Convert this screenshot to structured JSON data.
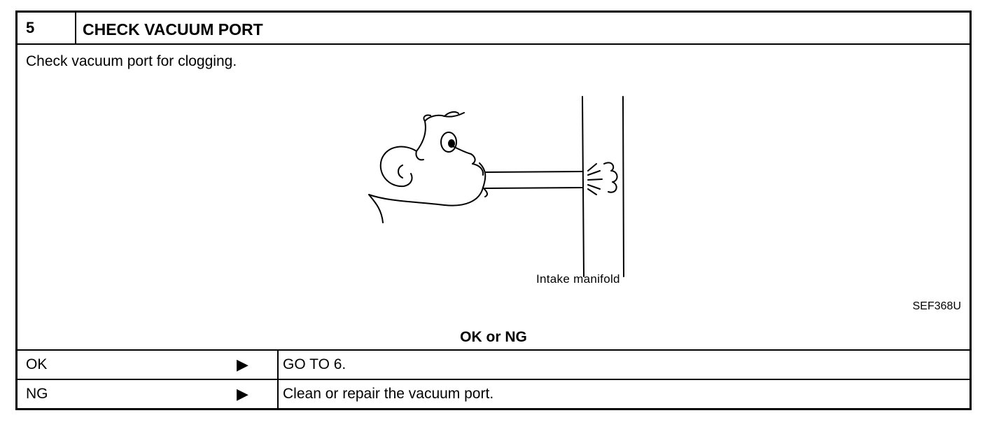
{
  "step": {
    "number": "5",
    "title": "CHECK VACUUM PORT"
  },
  "instruction": "Check vacuum port for clogging.",
  "figure": {
    "label": "Intake manifold",
    "code": "SEF368U"
  },
  "result_heading": "OK or NG",
  "results": [
    {
      "result": "OK",
      "arrow": "▶",
      "action": "GO TO 6."
    },
    {
      "result": "NG",
      "arrow": "▶",
      "action": "Clean or repair the vacuum port."
    }
  ]
}
